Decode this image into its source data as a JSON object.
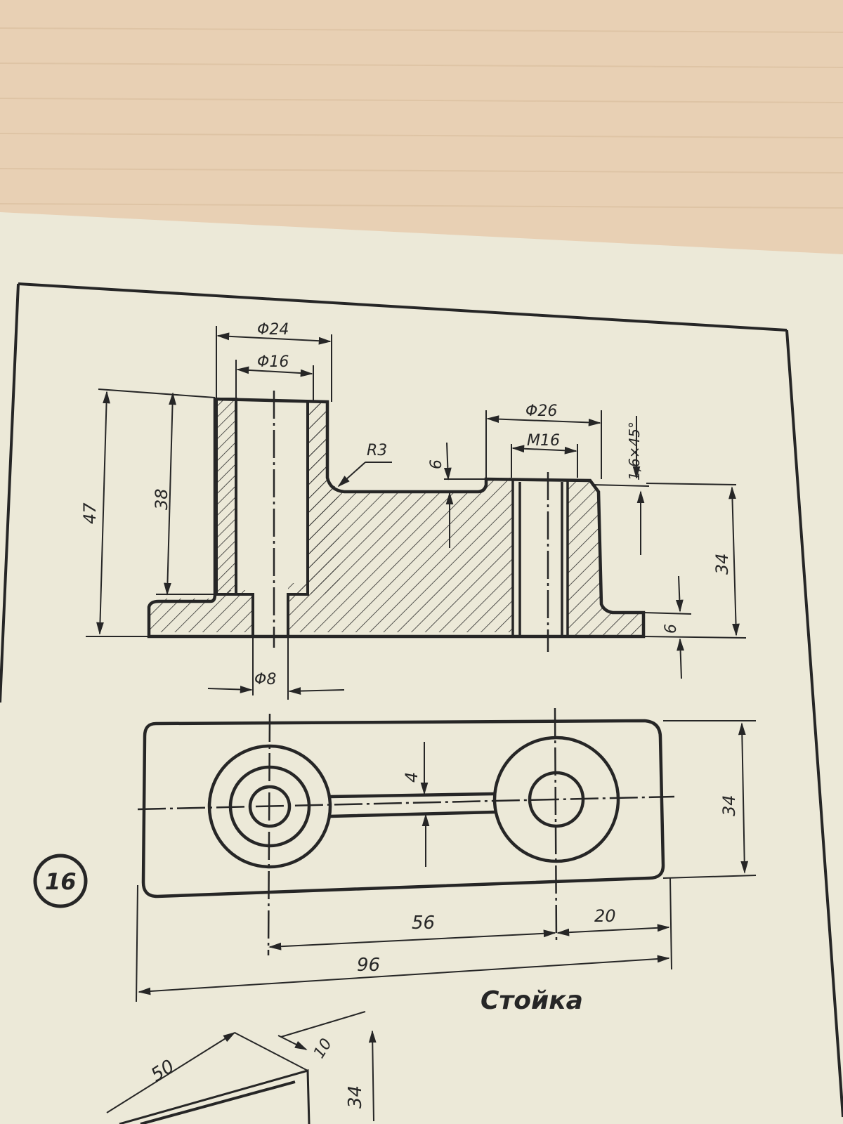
{
  "drawing": {
    "sheet_number": "16",
    "title": "Стойка",
    "front_view": {
      "dims": {
        "d_outer_boss": "Φ24",
        "d_inner_boss": "Φ16",
        "d_right_boss": "Φ26",
        "thread": "M16",
        "chamfer": "1,6×45°",
        "radius": "R3",
        "height_total": "47",
        "height_bore": "38",
        "height_base_step": "6",
        "height_right": "34",
        "height_flange": "6",
        "d_small_hole": "Φ8"
      }
    },
    "top_view": {
      "dims": {
        "rib_width": "4",
        "width": "34",
        "center_distance": "56",
        "edge_offset": "20",
        "total_length": "96"
      }
    },
    "axonometric_partial": {
      "dims": {
        "len_a": "50",
        "len_b": "10",
        "height": "34"
      }
    }
  },
  "colors": {
    "table": "#e8d0b4",
    "paper": "#ece9d8",
    "ink": "#262626"
  }
}
